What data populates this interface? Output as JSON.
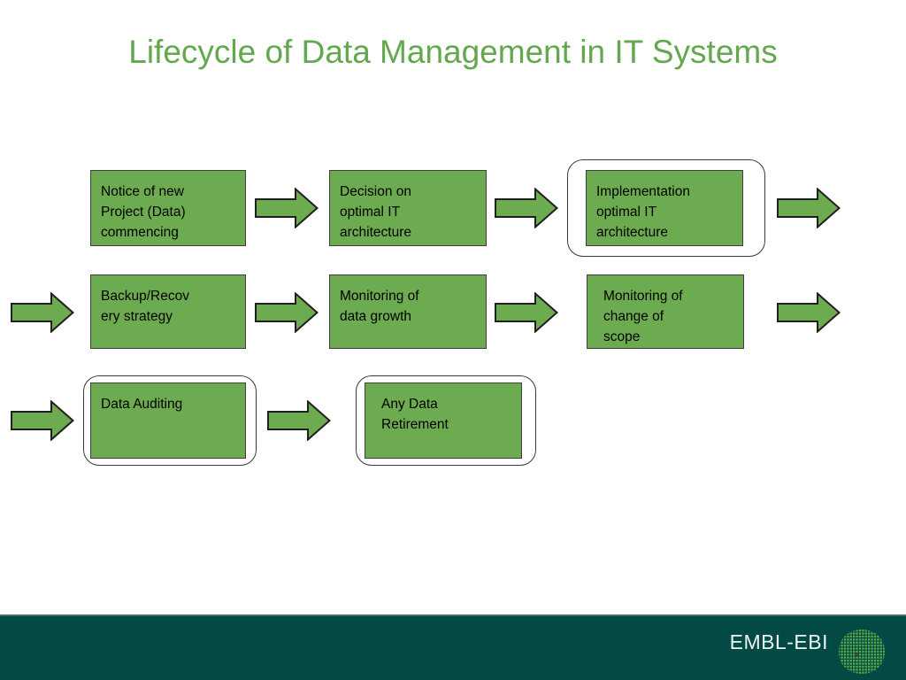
{
  "slide": {
    "title": "Lifecycle of Data Management in IT Systems",
    "background_color": "#ffffff",
    "title_color": "#63a84e"
  },
  "theme": {
    "box_fill": "#6cab50",
    "box_border": "#3f3f3f",
    "arrow_fill": "#6cab50",
    "arrow_border": "#1f1f1f",
    "bracket_border": "#3a3a3a",
    "footer_background": "#044a44",
    "footer_text_color": "#eef4f3",
    "logo_dot_green": "#5aa84a",
    "logo_dot_red": "#b0202a"
  },
  "diagram": {
    "type": "process-flow",
    "rows": [
      {
        "row_index": 1,
        "nodes": [
          {
            "id": "notice-of-new-project",
            "label": "Notice of new\nProject (Data)\ncommencing",
            "bracketed": false
          },
          {
            "id": "decision-on-optimal-it-architecture",
            "label": "Decision on\noptimal IT\narchitecture",
            "bracketed": false
          },
          {
            "id": "implementation-optimal-it-architecture",
            "label": "Implementation\noptimal IT\narchitecture",
            "bracketed": true
          }
        ]
      },
      {
        "row_index": 2,
        "nodes": [
          {
            "id": "backup-recovery-strategy",
            "label": "Backup/Recov\nery strategy",
            "bracketed": false
          },
          {
            "id": "monitoring-of-data-growth",
            "label": "Monitoring of\ndata growth",
            "bracketed": false
          },
          {
            "id": "monitoring-of-change-of-scope",
            "label": "Monitoring of\nchange of\nscope",
            "bracketed": false
          }
        ]
      },
      {
        "row_index": 3,
        "nodes": [
          {
            "id": "data-auditing",
            "label": "Data Auditing",
            "bracketed": true
          },
          {
            "id": "any-data-retirement",
            "label": "Any Data\nRetirement",
            "bracketed": true
          }
        ]
      }
    ],
    "connectors": [
      {
        "id": "arrow-r1-1",
        "row": 1,
        "direction": "right",
        "kind": "between-nodes"
      },
      {
        "id": "arrow-r1-2",
        "row": 1,
        "direction": "right",
        "kind": "between-nodes"
      },
      {
        "id": "arrow-r1-wrap-out",
        "row": 1,
        "direction": "right",
        "kind": "wrap-out"
      },
      {
        "id": "arrow-r2-wrap-in",
        "row": 2,
        "direction": "right",
        "kind": "wrap-in"
      },
      {
        "id": "arrow-r2-1",
        "row": 2,
        "direction": "right",
        "kind": "between-nodes"
      },
      {
        "id": "arrow-r2-2",
        "row": 2,
        "direction": "right",
        "kind": "between-nodes"
      },
      {
        "id": "arrow-r2-wrap-out",
        "row": 2,
        "direction": "right",
        "kind": "wrap-out"
      },
      {
        "id": "arrow-r3-wrap-in",
        "row": 3,
        "direction": "right",
        "kind": "wrap-in"
      },
      {
        "id": "arrow-r3-1",
        "row": 3,
        "direction": "right",
        "kind": "between-nodes"
      }
    ]
  },
  "footer": {
    "brand": "EMBL-EBI",
    "logo_name": "embl-ebi-dot-leaf-logo"
  }
}
